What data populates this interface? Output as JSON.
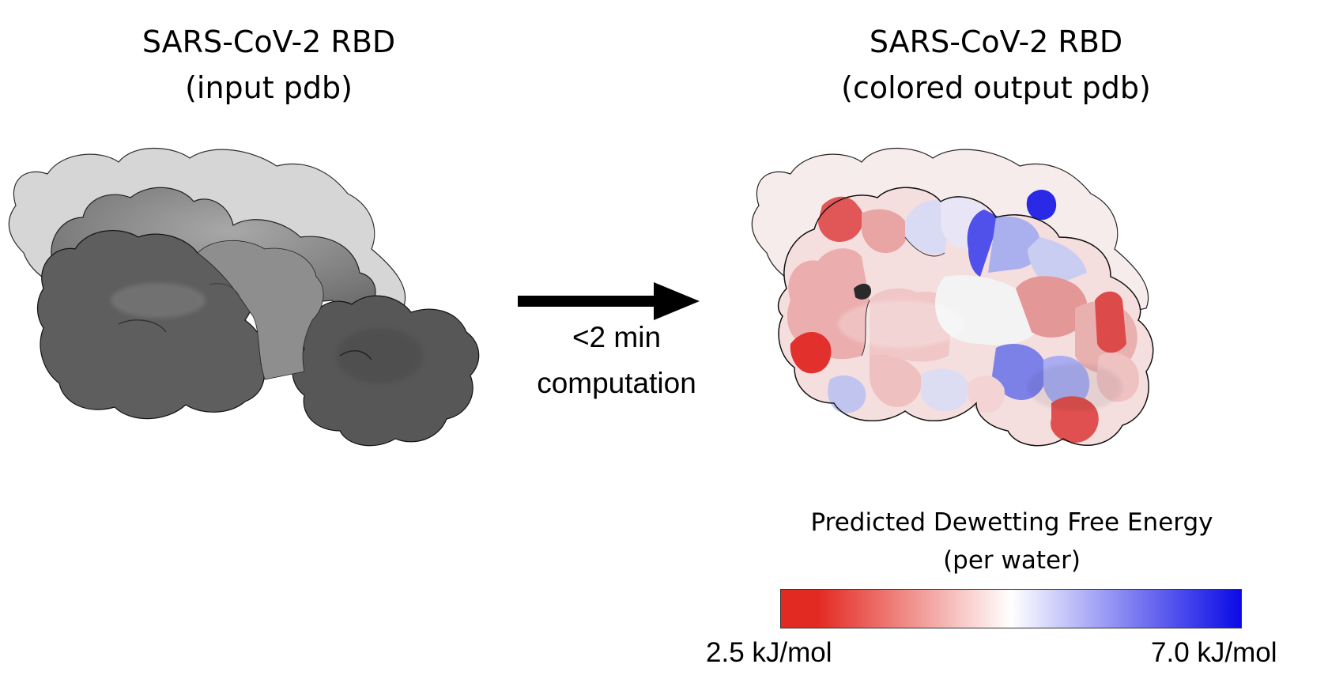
{
  "left_panel": {
    "title_line1": "SARS-CoV-2 RBD",
    "title_line2": "(input pdb)"
  },
  "right_panel": {
    "title_line1": "SARS-CoV-2 RBD",
    "title_line2": "(colored output pdb)"
  },
  "arrow": {
    "label_line1": "<2 min",
    "label_line2": "computation"
  },
  "legend": {
    "title_line1": "Predicted Dewetting Free Energy",
    "title_line2": "(per water)",
    "min_label": "2.5 kJ/mol",
    "max_label": "7.0 kJ/mol",
    "colors": [
      "#e32a22",
      "#ffffff",
      "#0a0ae6"
    ]
  }
}
